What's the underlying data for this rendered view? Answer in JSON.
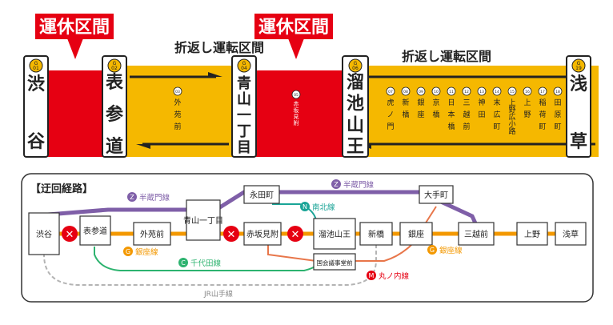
{
  "top": {
    "suspension_label": "運休区間",
    "turnback_label": "折返し運転区間",
    "stations_major": [
      {
        "code": "G",
        "num": "01",
        "name": "渋谷"
      },
      {
        "code": "G",
        "num": "02",
        "name": "表参道"
      },
      {
        "code": "G",
        "num": "04",
        "name": "青山一丁目"
      },
      {
        "code": "G",
        "num": "06",
        "name": "溜池山王"
      },
      {
        "code": "G",
        "num": "19",
        "name": "浅草"
      }
    ],
    "stations_minor": [
      {
        "num": "03",
        "name": "外苑前"
      },
      {
        "num": "05",
        "name": "赤坂見附"
      },
      {
        "num": "07",
        "name": "虎ノ門"
      },
      {
        "num": "08",
        "name": "新橋"
      },
      {
        "num": "09",
        "name": "銀座"
      },
      {
        "num": "10",
        "name": "京橋"
      },
      {
        "num": "11",
        "name": "日本橋"
      },
      {
        "num": "12",
        "name": "三越前"
      },
      {
        "num": "13",
        "name": "神田"
      },
      {
        "num": "14",
        "name": "末広町"
      },
      {
        "num": "15",
        "name": "上野広小路"
      },
      {
        "num": "16",
        "name": "上野"
      },
      {
        "num": "17",
        "name": "稲荷町"
      },
      {
        "num": "18",
        "name": "田原町"
      }
    ]
  },
  "detour": {
    "title": "【迂回経路】",
    "lines": {
      "hanzomon": {
        "mark": "Z",
        "name": "半蔵門線",
        "color": "#7f5fa8"
      },
      "namboku": {
        "mark": "N",
        "name": "南北線",
        "color": "#1aa497"
      },
      "chiyoda": {
        "mark": "C",
        "name": "千代田線",
        "color": "#2db36f"
      },
      "ginza": {
        "mark": "G",
        "name": "銀座線",
        "color": "#f39800"
      },
      "marunouchi": {
        "mark": "M",
        "name": "丸ノ内線",
        "color": "#e60012"
      },
      "jr": {
        "name": "JR山手線",
        "color": "#b4b4b4"
      }
    },
    "stations": {
      "shibuya": "渋谷",
      "omotesando": "表参道",
      "gaienmae": "外苑前",
      "aoyama": "青山一丁目",
      "nagatacho": "永田町",
      "akasaka": "赤坂見附",
      "tameike": "溜池山王",
      "kokkai": "国会議事堂前",
      "shimbashi": "新橋",
      "ginza": "銀座",
      "otemachi": "大手町",
      "mitsukoshi": "三越前",
      "ueno": "上野",
      "asakusa": "浅草"
    },
    "closed_symbol": "✕"
  },
  "colors": {
    "red": "#e60012",
    "yellow": "#f5b800",
    "dark": "#222222"
  }
}
